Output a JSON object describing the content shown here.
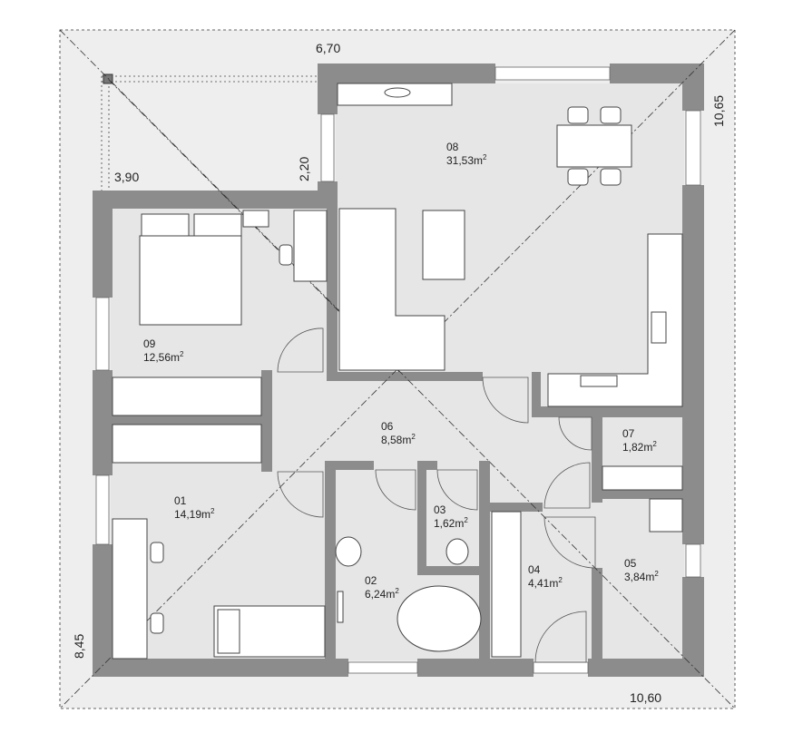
{
  "rooms": [
    {
      "num": "01",
      "area": "14,19",
      "unit": "m",
      "sup": "2"
    },
    {
      "num": "02",
      "area": "6,24",
      "unit": "m",
      "sup": "2"
    },
    {
      "num": "03",
      "area": "1,62",
      "unit": "m",
      "sup": "2"
    },
    {
      "num": "04",
      "area": "4,41",
      "unit": "m",
      "sup": "2"
    },
    {
      "num": "05",
      "area": "3,84",
      "unit": "m",
      "sup": "2"
    },
    {
      "num": "06",
      "area": "8,58",
      "unit": "m",
      "sup": "2"
    },
    {
      "num": "07",
      "area": "1,82",
      "unit": "m",
      "sup": "2"
    },
    {
      "num": "08",
      "area": "31,53",
      "unit": "m",
      "sup": "2"
    },
    {
      "num": "09",
      "area": "12,56",
      "unit": "m",
      "sup": "2"
    }
  ],
  "dimensions": {
    "top": "6,70",
    "left_top": "3,90",
    "step": "2,20",
    "right": "10,65",
    "left": "8,45",
    "bottom": "10,60"
  },
  "colors": {
    "wall": "#8c8c8c",
    "floor": "#e6e6e6",
    "ground": "#eeeeee"
  }
}
